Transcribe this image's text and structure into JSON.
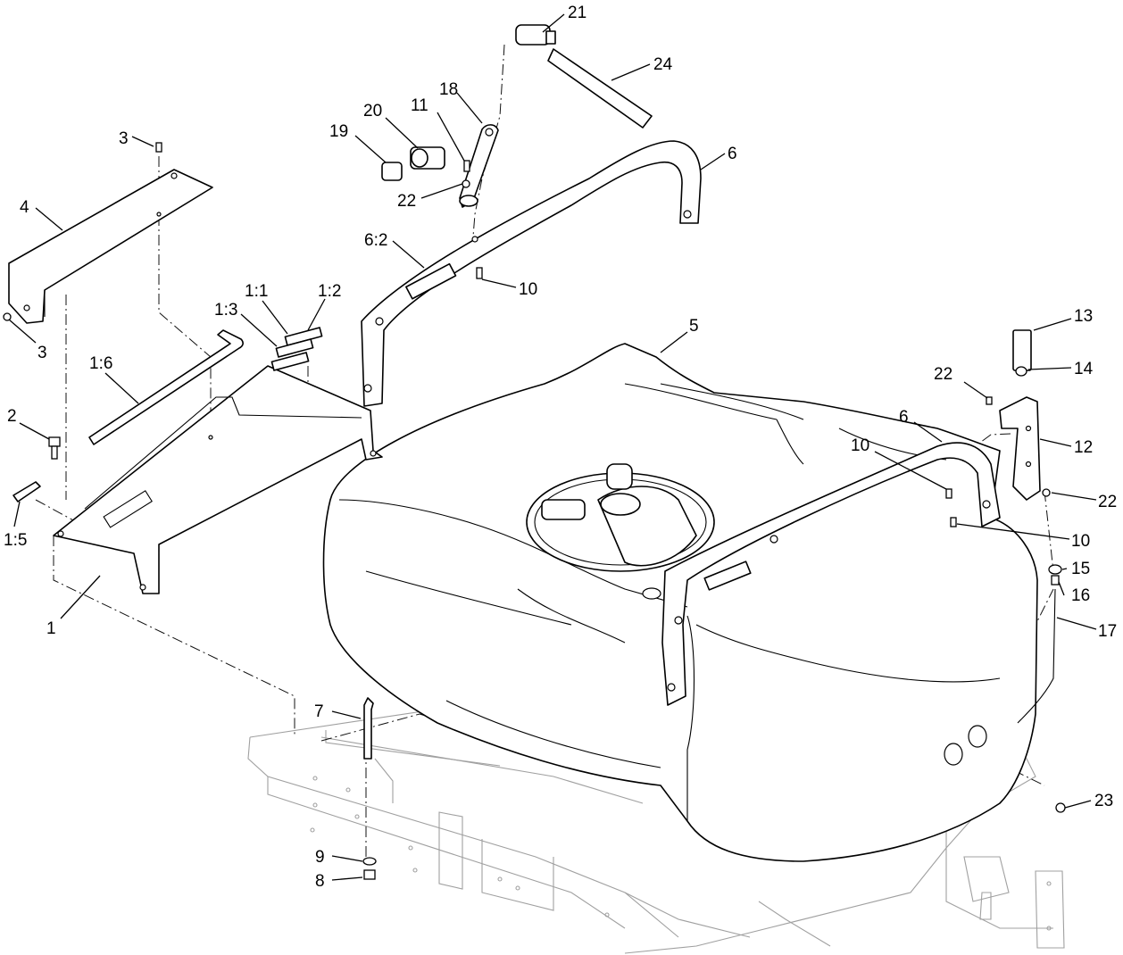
{
  "callouts": [
    {
      "id": "c21",
      "label": "21"
    },
    {
      "id": "c24",
      "label": "24"
    },
    {
      "id": "c18",
      "label": "18"
    },
    {
      "id": "c20",
      "label": "20"
    },
    {
      "id": "c11",
      "label": "11"
    },
    {
      "id": "c19",
      "label": "19"
    },
    {
      "id": "c6a",
      "label": "6"
    },
    {
      "id": "c22a",
      "label": "22"
    },
    {
      "id": "c3a",
      "label": "3"
    },
    {
      "id": "c4",
      "label": "4"
    },
    {
      "id": "c62",
      "label": "6:2"
    },
    {
      "id": "c10a",
      "label": "10"
    },
    {
      "id": "c11b",
      "label": "1:1"
    },
    {
      "id": "c12b",
      "label": "1:2"
    },
    {
      "id": "c13b",
      "label": "1:3"
    },
    {
      "id": "c3b",
      "label": "3"
    },
    {
      "id": "c16b",
      "label": "1:6"
    },
    {
      "id": "c5",
      "label": "5"
    },
    {
      "id": "c13",
      "label": "13"
    },
    {
      "id": "c14",
      "label": "14"
    },
    {
      "id": "c22b",
      "label": "22"
    },
    {
      "id": "c2",
      "label": "2"
    },
    {
      "id": "c6b",
      "label": "6"
    },
    {
      "id": "c10b",
      "label": "10"
    },
    {
      "id": "c12",
      "label": "12"
    },
    {
      "id": "c22c",
      "label": "22"
    },
    {
      "id": "c15b",
      "label": "1:5"
    },
    {
      "id": "c10c",
      "label": "10"
    },
    {
      "id": "c15",
      "label": "15"
    },
    {
      "id": "c16",
      "label": "16"
    },
    {
      "id": "c1",
      "label": "1"
    },
    {
      "id": "c17",
      "label": "17"
    },
    {
      "id": "c7",
      "label": "7"
    },
    {
      "id": "c23",
      "label": "23"
    },
    {
      "id": "c9",
      "label": "9"
    },
    {
      "id": "c8",
      "label": "8"
    }
  ]
}
